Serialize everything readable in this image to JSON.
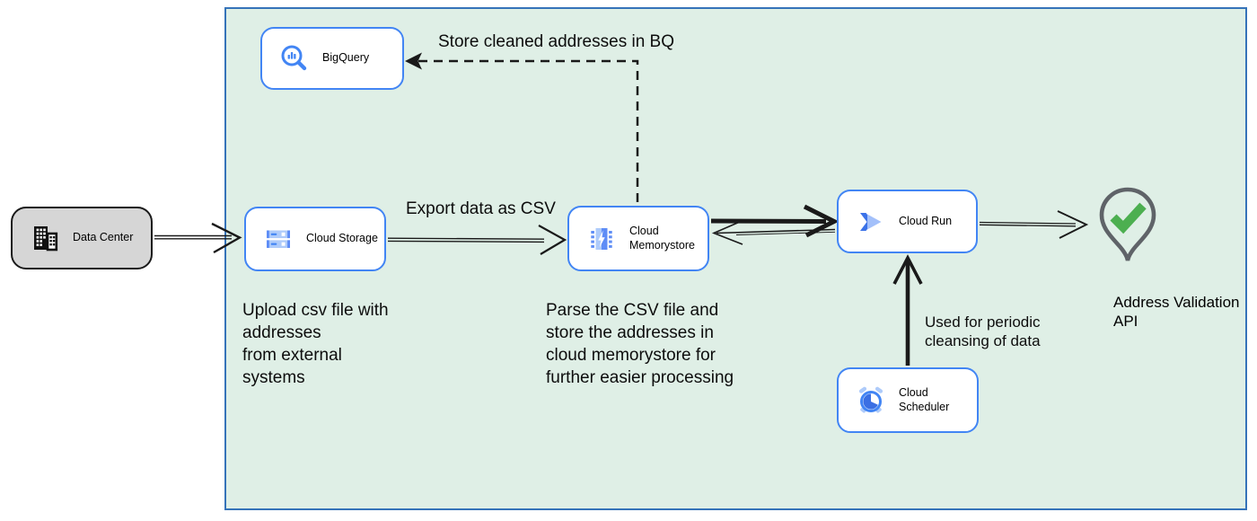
{
  "colors": {
    "container_fill": "#dfefe6",
    "container_border": "#3573b9",
    "node_border": "#4285f4",
    "datacenter_fill": "#d6d6d6",
    "arrow_black": "#1a1a1a",
    "icon_blue": "#4285f4",
    "icon_blue_light": "#aecbfa",
    "icon_blue_mid": "#5e8df6",
    "check_green": "#4caf50",
    "pin_outline": "#5f6368"
  },
  "nodes": {
    "data_center": {
      "label": "Data Center",
      "icon": "building-icon"
    },
    "bigquery": {
      "label": "BigQuery",
      "icon": "bigquery-magnifier-icon"
    },
    "cloud_storage": {
      "label": "Cloud Storage",
      "icon": "storage-buckets-icon"
    },
    "cloud_memorystore": {
      "label": "Cloud Memorystore",
      "icon": "memorystore-chip-icon"
    },
    "cloud_run": {
      "label": "Cloud Run",
      "icon": "cloud-run-chevrons-icon"
    },
    "cloud_scheduler": {
      "label": "Cloud Scheduler",
      "icon": "scheduler-clock-icon"
    },
    "address_validation": {
      "label": "Address Validation API",
      "icon": "location-pin-check-icon"
    }
  },
  "edge_labels": {
    "store_cleaned": "Store cleaned addresses in BQ",
    "export_csv": "Export data as CSV",
    "scheduler_note": "Used for periodic\ncleansing of data"
  },
  "annotations": {
    "upload_note": "Upload csv file with\naddresses\nfrom external\nsystems",
    "parse_note": "Parse the CSV file and\nstore the addresses in\ncloud  memorystore for\nfurther easier processing"
  }
}
